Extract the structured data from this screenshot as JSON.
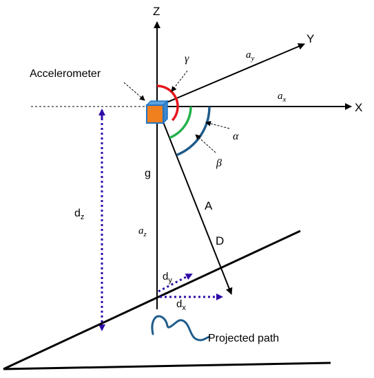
{
  "axes": {
    "z": "Z",
    "y": "Y",
    "x": "X"
  },
  "accelerations": {
    "ay_base": "a",
    "ay_sub": "y",
    "ax_base": "a",
    "ax_sub": "x",
    "az_base": "a",
    "az_sub": "z",
    "g": "g"
  },
  "angles": {
    "gamma": "γ",
    "alpha": "α",
    "beta": "β"
  },
  "labels": {
    "accelerometer": "Accelerometer",
    "A": "A",
    "D": "D",
    "projected_path": "Projected path"
  },
  "distances": {
    "dz_base": "d",
    "dz_sub": "z",
    "dy_base": "d",
    "dy_sub": "y",
    "dx_base": "d",
    "dx_sub": "x"
  },
  "colors": {
    "gamma_arc": "#e8141c",
    "beta_arc": "#22b14c",
    "alpha_arc": "#1f5c8b",
    "distance_arrows": "#2e0aa8",
    "path_curve": "#1f5c8b",
    "sensor_fill": "#f07f1e",
    "sensor_edge": "#1f74c6"
  }
}
